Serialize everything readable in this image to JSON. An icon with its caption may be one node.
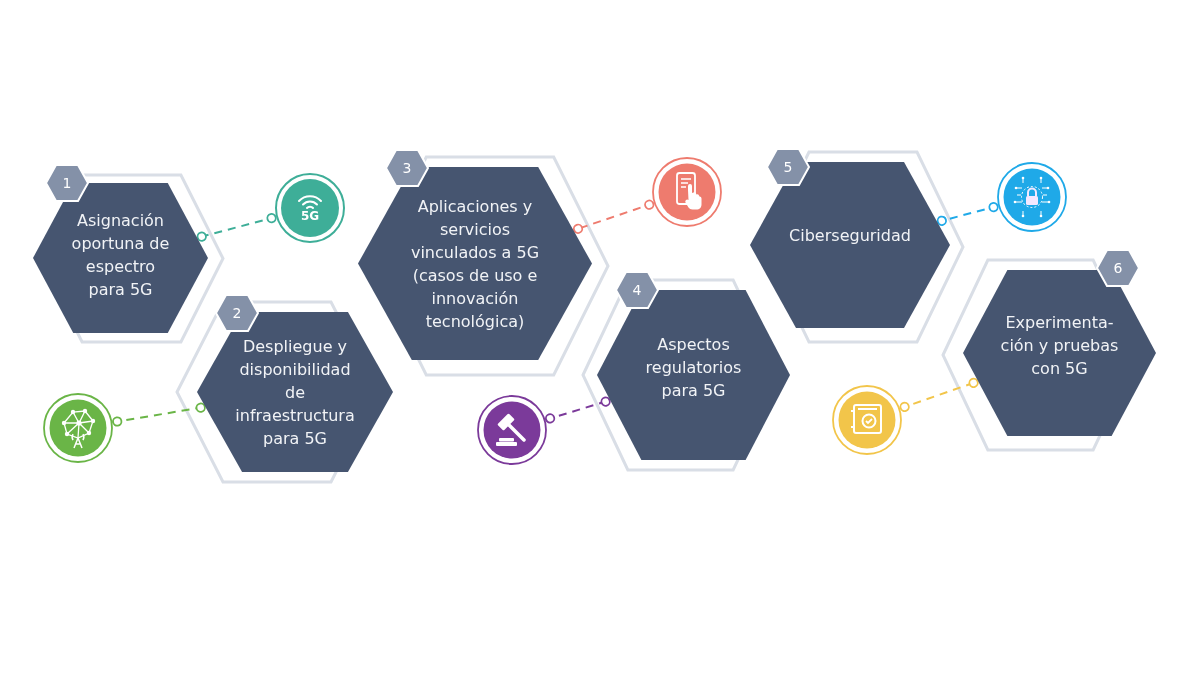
{
  "diagram": {
    "nodes": [
      {
        "text": [
          "1"
        ]
      },
      {
        "text": [
          "Asignación oportuna de espectro para 5G"
        ]
      },
      {
        "text": [
          "5G"
        ]
      },
      {
        "text": [
          "2"
        ]
      },
      {
        "text": [
          "Despliegue y disponibilidad de infraestructura para 5G"
        ]
      },
      {
        "text": [],
        "shape": "circle"
      },
      {
        "text": [
          "3"
        ]
      },
      {
        "text": [
          "Aplicaciones y servicios vinculados a 5G (casos de uso e innovación tecnológica)"
        ]
      },
      {
        "text": [],
        "shape": "circle"
      },
      {
        "text": [
          "4"
        ]
      },
      {
        "text": [
          "Aspectos regulatorios para 5G"
        ]
      },
      {
        "text": [],
        "shape": "circle"
      },
      {
        "text": [
          "5"
        ]
      },
      {
        "text": [
          "Ciberseguridad"
        ]
      },
      {
        "text": [],
        "shape": "circle"
      },
      {
        "text": [
          "6"
        ]
      },
      {
        "text": [
          "Experimenta- ción y pruebas con 5G"
        ]
      },
      {
        "text": [],
        "shape": "circle"
      }
    ],
    "edges": [
      {
        "from": 2,
        "to": 1,
        "arrow": "other",
        "style": "dashed",
        "color": "#3eae98"
      },
      {
        "from": 5,
        "to": 4,
        "arrow": "other",
        "style": "dashed",
        "color": "#6ab547"
      },
      {
        "from": 8,
        "to": 7,
        "arrow": "other",
        "style": "dashed",
        "color": "#ee7b6e"
      },
      {
        "from": 11,
        "to": 10,
        "arrow": "other",
        "style": "dashed",
        "color": "#7b3a9a"
      },
      {
        "from": 14,
        "to": 13,
        "arrow": "other",
        "style": "dashed",
        "color": "#1fa9e8"
      },
      {
        "from": 17,
        "to": 16,
        "arrow": "other",
        "style": "dashed",
        "color": "#f2c54a"
      }
    ]
  }
}
